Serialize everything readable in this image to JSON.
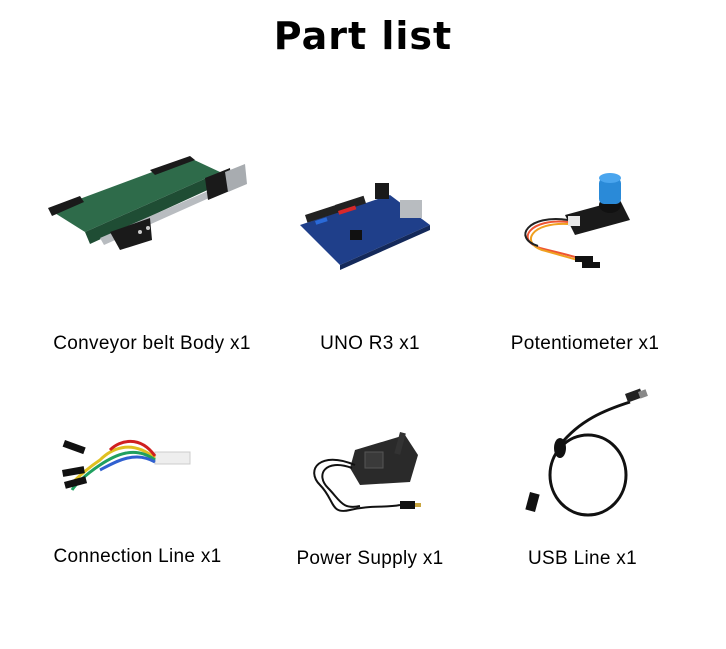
{
  "title": "Part list",
  "parts": [
    {
      "name": "Conveyor belt Body",
      "qty": "x1",
      "label": "Conveyor belt Body x1",
      "image": "conveyor-belt-image"
    },
    {
      "name": "UNO R3",
      "qty": "x1",
      "label": "UNO R3 x1",
      "image": "uno-r3-board-image"
    },
    {
      "name": "Potentiometer",
      "qty": "x1",
      "label": "Potentiometer x1",
      "image": "potentiometer-image"
    },
    {
      "name": "Connection Line",
      "qty": "x1",
      "label": "Connection Line x1",
      "image": "connection-line-image"
    },
    {
      "name": "Power Supply",
      "qty": "x1",
      "label": "Power Supply x1",
      "image": "power-supply-image"
    },
    {
      "name": "USB Line",
      "qty": "x1",
      "label": "USB Line x1",
      "image": "usb-line-image"
    }
  ],
  "colors": {
    "background": "#ffffff",
    "text": "#000000",
    "belt_green": "#2e6b4a",
    "board_blue": "#1f3f8a",
    "knob_blue": "#2a8ad8"
  }
}
